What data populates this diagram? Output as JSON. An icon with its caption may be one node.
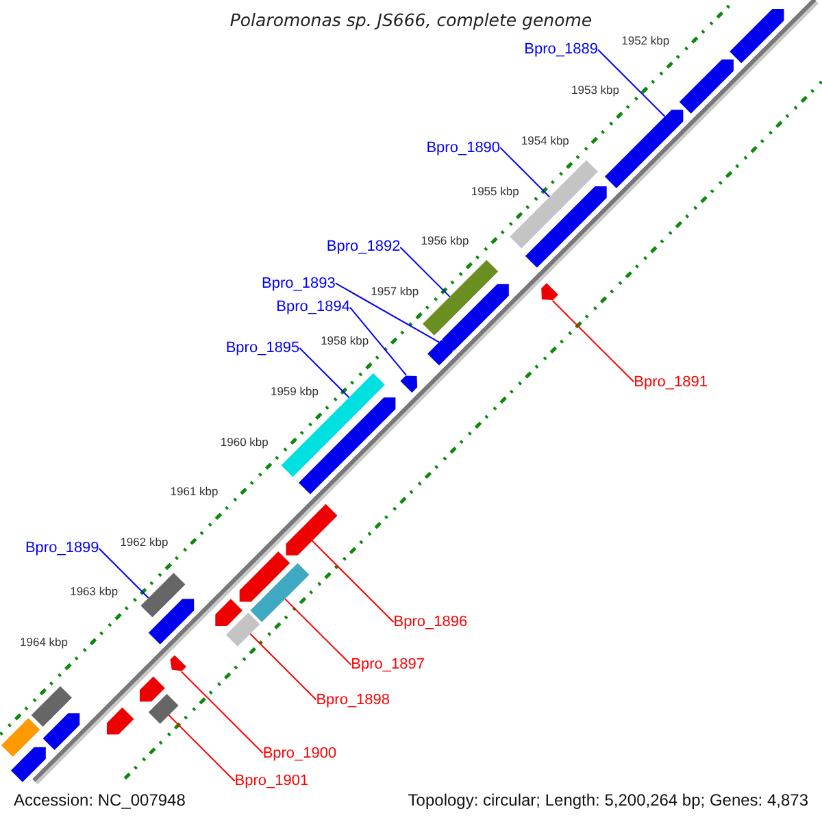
{
  "diagram": {
    "title": "Polaromonas sp. JS666, complete genome",
    "nodes": [
      {
        "text": [
          "Bpro_1889"
        ]
      },
      {
        "text": [
          "Bpro_1890"
        ]
      },
      {
        "text": [
          "Bpro_1892"
        ]
      },
      {
        "text": [
          "Bpro_1893"
        ]
      },
      {
        "text": [
          "Bpro_1894"
        ]
      },
      {
        "text": [
          "Bpro_1895"
        ]
      },
      {
        "text": [
          "Bpro_1891"
        ]
      },
      {
        "text": [
          "Bpro_1899"
        ]
      },
      {
        "text": [
          "Bpro_1896"
        ]
      },
      {
        "text": [
          "Bpro_1897"
        ]
      },
      {
        "text": [
          "Bpro_1898"
        ]
      },
      {
        "text": [
          "Bpro_1900"
        ]
      },
      {
        "text": [
          "Bpro_1901"
        ]
      },
      {
        "text": [],
        "shape": "block"
      },
      {
        "text": [],
        "shape": "bar"
      },
      {
        "text": [],
        "shape": "bar"
      },
      {
        "text": [],
        "shape": "block"
      },
      {
        "text": [],
        "shape": "block"
      },
      {
        "text": [],
        "shape": "bar"
      },
      {
        "text": [],
        "shape": "block"
      },
      {
        "text": [],
        "shape": "bar"
      },
      {
        "text": [],
        "shape": "block"
      },
      {
        "text": [],
        "shape": "bar"
      },
      {
        "text": [],
        "shape": "bar"
      },
      {
        "text": [],
        "shape": "block"
      },
      {
        "text": [],
        "shape": "bar"
      },
      {
        "text": [],
        "shape": "block"
      },
      {
        "text": [],
        "shape": "block"
      },
      {
        "text": [],
        "shape": "block"
      },
      {
        "text": [],
        "shape": "block"
      },
      {
        "text": [],
        "shape": "block"
      },
      {
        "text": [],
        "shape": "block"
      },
      {
        "text": [],
        "shape": "block"
      },
      {
        "text": [],
        "shape": "block"
      },
      {
        "text": [],
        "shape": "bar"
      },
      {
        "text": [],
        "shape": "bar"
      },
      {
        "text": [],
        "shape": "block"
      },
      {
        "text": [],
        "shape": "block"
      },
      {
        "text": [],
        "shape": "block"
      },
      {
        "text": [],
        "shape": "block"
      }
    ],
    "edges": [
      {
        "from": 0,
        "to": 13,
        "arrow": "none"
      },
      {
        "from": 1,
        "to": 14,
        "arrow": "none"
      },
      {
        "from": 2,
        "to": 15,
        "arrow": "none"
      },
      {
        "from": 3,
        "to": 16,
        "arrow": "none"
      },
      {
        "from": 4,
        "to": 17,
        "arrow": "none"
      },
      {
        "from": 5,
        "to": 18,
        "arrow": "none"
      },
      {
        "from": 6,
        "to": 19,
        "arrow": "none",
        "color": "#ff0000"
      },
      {
        "from": 7,
        "to": 20,
        "arrow": "none"
      },
      {
        "from": 8,
        "to": 21,
        "arrow": "none",
        "color": "#ff0000"
      },
      {
        "from": 9,
        "to": 22,
        "arrow": "none",
        "color": "#ff0000"
      },
      {
        "from": 10,
        "to": 23,
        "arrow": "none",
        "color": "#ff0000"
      },
      {
        "from": 11,
        "to": 24,
        "arrow": "none",
        "color": "#ff0000"
      },
      {
        "from": 12,
        "to": 25,
        "arrow": "none",
        "color": "#ff0000"
      }
    ],
    "labels": [
      "1952 kbp",
      "1953 kbp",
      "1954 kbp",
      "1955 kbp",
      "1956 kbp",
      "1957 kbp",
      "1958 kbp",
      "1959 kbp",
      "1960 kbp",
      "1961 kbp",
      "1962 kbp",
      "1963 kbp",
      "1964 kbp",
      "Accession: NC_007948",
      "Topology: circular; Length: 5,200,264 bp; Genes: 4,873"
    ]
  }
}
